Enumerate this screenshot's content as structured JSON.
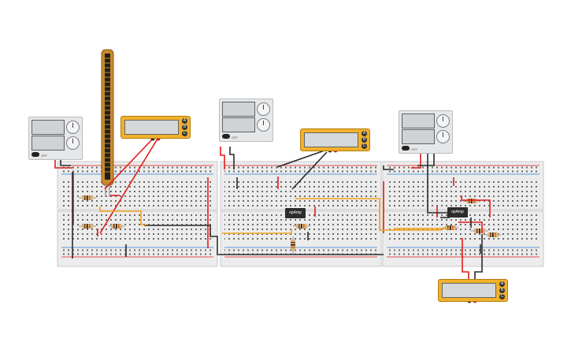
{
  "components": {
    "opamp_1_label": "opAmp",
    "opamp_2_label": "opAmp",
    "supply_switch_label": "OFF",
    "meter_buttons": [
      "A",
      "B",
      "C"
    ]
  },
  "colors": {
    "wire_red": "#e21b1b",
    "wire_black": "#2b2b2b",
    "wire_orange": "#f2a21b",
    "meter_body": "#f2b12b",
    "breadboard": "#ececec",
    "rail_red": "#e21b1b",
    "rail_blue": "#2a7fd6"
  }
}
